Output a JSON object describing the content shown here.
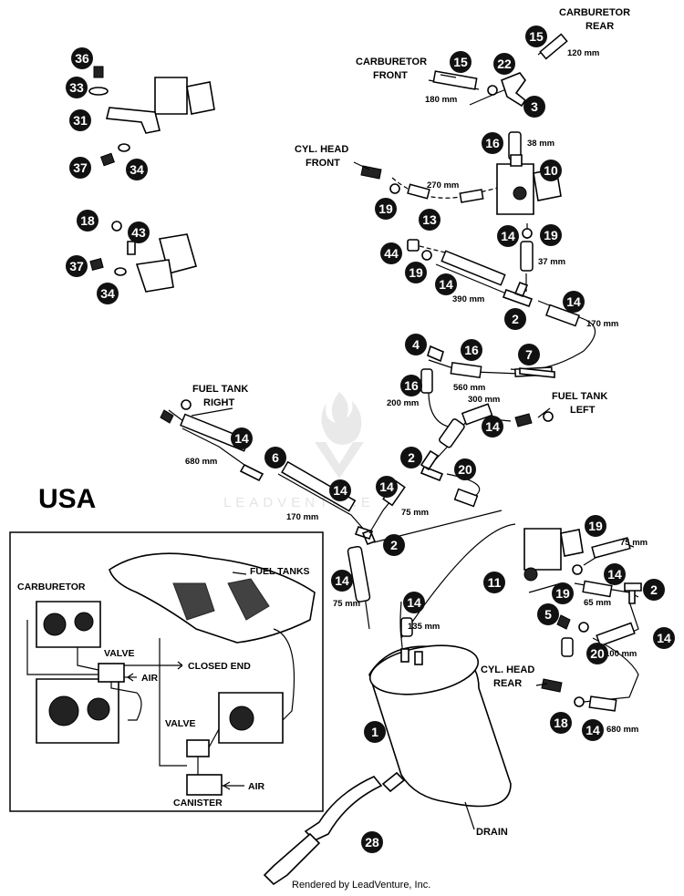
{
  "region_label": "USA",
  "labels": {
    "carburetor_rear": [
      "CARBURETOR",
      "REAR"
    ],
    "carburetor_front": [
      "CARBURETOR",
      "FRONT"
    ],
    "cyl_head_front": [
      "CYL. HEAD",
      "FRONT"
    ],
    "cyl_head_rear": [
      "CYL. HEAD",
      "REAR"
    ],
    "fuel_tank_right": [
      "FUEL TANK",
      "RIGHT"
    ],
    "fuel_tank_left": [
      "FUEL TANK",
      "LEFT"
    ],
    "drain": "DRAIN"
  },
  "dimensions": {
    "d120": "120 mm",
    "d180": "180 mm",
    "d38": "38 mm",
    "d270": "270 mm",
    "d37": "37 mm",
    "d390": "390 mm",
    "d170a": "170 mm",
    "d560": "560 mm",
    "d200": "200 mm",
    "d300": "300 mm",
    "d680a": "680 mm",
    "d170b": "170 mm",
    "d75a": "75 mm",
    "d75b": "75 mm",
    "d75c": "75 mm",
    "d135": "135 mm",
    "d65": "65 mm",
    "d100": "100 mm",
    "d680b": "680 mm"
  },
  "callouts": {
    "c36": "36",
    "c33": "33",
    "c31": "31",
    "c37a": "37",
    "c34a": "34",
    "c18a": "18",
    "c43": "43",
    "c37b": "37",
    "c34b": "34",
    "c15a": "15",
    "c15b": "15",
    "c22": "22",
    "c3": "3",
    "c16a": "16",
    "c10": "10",
    "c19a": "19",
    "c13": "13",
    "c19b": "19",
    "c14a": "14",
    "c44": "44",
    "c19c": "19",
    "c14b": "14",
    "c14c": "14",
    "c2a": "2",
    "c4": "4",
    "c16b": "16",
    "c7": "7",
    "c16c": "16",
    "c14d": "14",
    "c14e": "14",
    "c6": "6",
    "c2b": "2",
    "c20a": "20",
    "c14f": "14",
    "c14g": "14",
    "c2c": "2",
    "c14h": "14",
    "c14i": "14",
    "c19d": "19",
    "c11": "11",
    "c14j": "14",
    "c19e": "19",
    "c2d": "2",
    "c5": "5",
    "c20b": "20",
    "c14k": "14",
    "c1": "1",
    "c18b": "18",
    "c14l": "14",
    "c28": "28"
  },
  "inset": {
    "fuel_tanks": "FUEL TANKS",
    "carburetor": "CARBURETOR",
    "valve_a": "VALVE",
    "air_a": "AIR",
    "closed_end": "CLOSED END",
    "valve_b": "VALVE",
    "air_b": "AIR",
    "canister": "CANISTER"
  },
  "watermark": "LEADVENTURE",
  "footer": "Rendered by LeadVenture, Inc."
}
